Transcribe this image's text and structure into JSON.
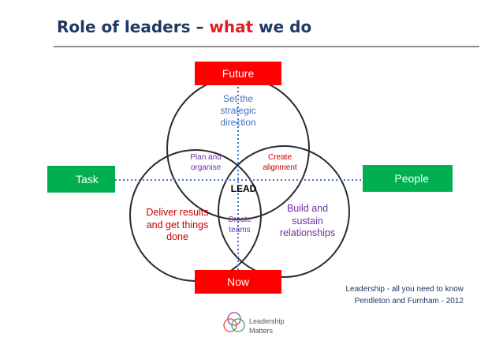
{
  "title": {
    "part1": "Role of leaders – ",
    "highlight": "what",
    "part2": " we do"
  },
  "boxes": {
    "future": "Future",
    "now": "Now",
    "task": "Task",
    "people": "People"
  },
  "center": "LEAD",
  "regions": {
    "top": [
      "Set the",
      "strategic",
      "direction"
    ],
    "plan": [
      "Plan and",
      "organise"
    ],
    "alignment": [
      "Create",
      "alignment"
    ],
    "teams": [
      "Create",
      "teams"
    ],
    "left": [
      "Deliver results",
      "and get things",
      "done"
    ],
    "right": [
      "Build and",
      "sustain",
      "relationships"
    ]
  },
  "credit": [
    "Leadership - all you need to know",
    "Pendleton and Furnham - 2012"
  ],
  "logo": [
    "Leadership",
    "Matters"
  ],
  "colors": {
    "title": "#1f3864",
    "highlight": "#e02020",
    "box_red": "#ff0000",
    "box_green": "#00b050",
    "blue_text": "#4472c4",
    "red_text": "#c00000",
    "purple_text": "#7030a0"
  }
}
